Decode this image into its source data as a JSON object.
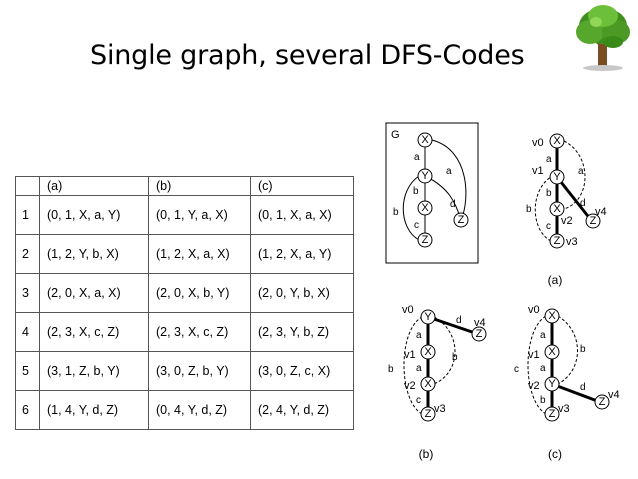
{
  "title": "Single graph, several DFS-Codes",
  "table": {
    "headers": [
      "",
      "(a)",
      "(b)",
      "(c)"
    ],
    "rows": [
      [
        "1",
        "(0, 1, X, a, Y)",
        "(0, 1, Y, a, X)",
        "(0, 1, X, a, X)"
      ],
      [
        "2",
        "(1, 2, Y, b, X)",
        "(1, 2, X, a, X)",
        "(1, 2, X, a, Y)"
      ],
      [
        "3",
        "(2, 0, X, a, X)",
        "(2, 0, X, b, Y)",
        "(2, 0, Y, b, X)"
      ],
      [
        "4",
        "(2, 3, X, c, Z)",
        "(2, 3, X, c, Z)",
        "(2, 3, Y, b, Z)"
      ],
      [
        "5",
        "(3, 1, Z, b, Y)",
        "(3, 0, Z, b, Y)",
        "(3, 0, Z, c, X)"
      ],
      [
        "6",
        "(1, 4, Y, d, Z)",
        "(0, 4, Y, d, Z)",
        "(2, 4, Y, d, Z)"
      ]
    ]
  },
  "graph_g": {
    "label": "G",
    "nodes": [
      "X",
      "Y",
      "X",
      "Z",
      "Z"
    ],
    "edges": [
      "a",
      "a",
      "b",
      "b",
      "c",
      "d"
    ]
  },
  "dfs_a": {
    "caption": "(a)",
    "nodes": [
      "X",
      "Y",
      "X",
      "Z",
      "Z"
    ],
    "vertex_labels": [
      "v0",
      "v1",
      "v2",
      "v3",
      "v4"
    ],
    "edges": [
      "a",
      "a",
      "b",
      "b",
      "c",
      "d"
    ]
  },
  "dfs_b": {
    "caption": "(b)",
    "nodes": [
      "Y",
      "X",
      "X",
      "Z",
      "Z"
    ],
    "vertex_labels": [
      "v0",
      "v1",
      "v2",
      "v3",
      "v4"
    ],
    "edges": [
      "a",
      "a",
      "b",
      "b",
      "c",
      "d"
    ]
  },
  "dfs_c": {
    "caption": "(c)",
    "nodes": [
      "X",
      "X",
      "Y",
      "Z",
      "Z"
    ],
    "vertex_labels": [
      "v0",
      "v1",
      "v2",
      "v3",
      "v4"
    ],
    "edges": [
      "a",
      "a",
      "b",
      "b",
      "c",
      "d"
    ]
  }
}
